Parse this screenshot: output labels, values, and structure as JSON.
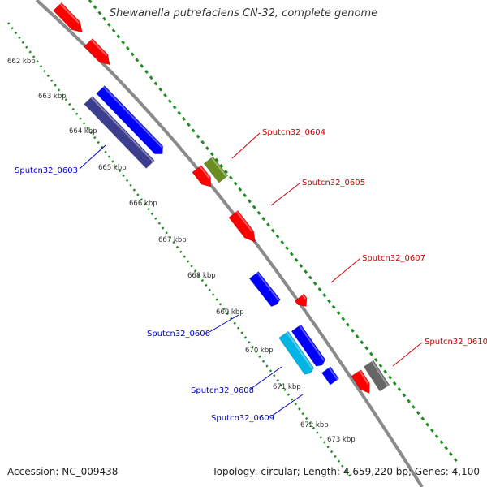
{
  "title": "Shewanella putrefaciens CN-32, complete genome",
  "footer": {
    "accession": "Accession: NC_009438",
    "stats": "Topology: circular; Length: 4,659,220 bp; Genes: 4,100"
  },
  "colors": {
    "backbone": "#8a8a8a",
    "tick": "#1e8c1e",
    "gene_label_forward": "#cc0000",
    "gene_label_reverse": "#0000cc"
  },
  "kbp_labels": [
    "662 kbp",
    "663 kbp",
    "664 kbp",
    "665 kbp",
    "666 kbp",
    "667 kbp",
    "668 kbp",
    "669 kbp",
    "670 kbp",
    "671 kbp",
    "672 kbp",
    "673 kbp"
  ],
  "genes": [
    {
      "id": "g0",
      "color": "#ff0000",
      "label": ""
    },
    {
      "id": "g1",
      "color": "#ff0000",
      "label": ""
    },
    {
      "id": "g2",
      "color": "#0000ff",
      "label": ""
    },
    {
      "id": "g3",
      "color": "#3d3d8f",
      "label": "Sputcn32_0603"
    },
    {
      "id": "g4",
      "color": "#6b8e23",
      "label": "Sputcn32_0604"
    },
    {
      "id": "g5",
      "color": "#ff0000",
      "label": ""
    },
    {
      "id": "g6",
      "color": "#ff0000",
      "label": "Sputcn32_0605"
    },
    {
      "id": "g7",
      "color": "#0000ff",
      "label": "Sputcn32_0606"
    },
    {
      "id": "g8",
      "color": "#ff0000",
      "label": "Sputcn32_0607"
    },
    {
      "id": "g9",
      "color": "#0000ff",
      "label": ""
    },
    {
      "id": "g10",
      "color": "#00b4e6",
      "label": "Sputcn32_0608"
    },
    {
      "id": "g11",
      "color": "#0000ff",
      "label": "Sputcn32_0609"
    },
    {
      "id": "g12",
      "color": "#ff0000",
      "label": ""
    },
    {
      "id": "g13",
      "color": "#666666",
      "label": "Sputcn32_0610"
    }
  ]
}
